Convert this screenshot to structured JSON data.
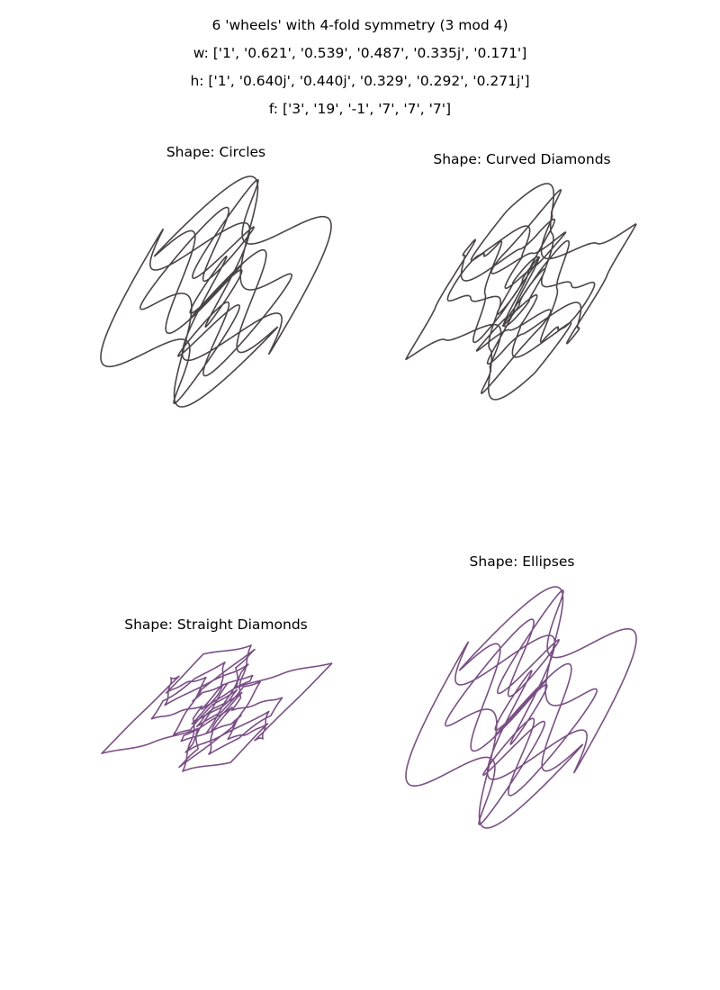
{
  "figure": {
    "title_lines": [
      "6 'wheels' with 4-fold symmetry (3 mod 4)",
      "w: ['1', '0.621', '0.539', '0.487', '0.335j', '0.171']",
      "h: ['1', '0.640j', '0.440j', '0.329', '0.292', '0.271j']",
      "f: ['3', '19', '-1', '7', '7', '7']"
    ]
  },
  "panels": [
    {
      "title": "Shape: Circles",
      "color": "#4a4446",
      "shape": "circles"
    },
    {
      "title": "Shape: Curved Diamonds",
      "color": "#4a4446",
      "shape": "curved_diamonds"
    },
    {
      "title": "Shape: Straight Diamonds",
      "color": "#7a4f86",
      "shape": "straight_diamonds"
    },
    {
      "title": "Shape: Ellipses",
      "color": "#7a4f86",
      "shape": "ellipses"
    }
  ],
  "chart_data": {
    "type": "parametric",
    "title": "6 'wheels' with 4-fold symmetry (3 mod 4)",
    "params": {
      "w": [
        "1",
        "0.621",
        "0.539",
        "0.487",
        "0.335j",
        "0.171"
      ],
      "h": [
        "1",
        "0.640j",
        "0.440j",
        "0.329",
        "0.292",
        "0.271j"
      ],
      "f": [
        "3",
        "19",
        "-1",
        "7",
        "7",
        "7"
      ]
    },
    "subplots": [
      {
        "title": "Shape: Circles",
        "color": "#4a4446"
      },
      {
        "title": "Shape: Curved Diamonds",
        "color": "#4a4446"
      },
      {
        "title": "Shape: Straight Diamonds",
        "color": "#7a4f86"
      },
      {
        "title": "Shape: Ellipses",
        "color": "#7a4f86"
      }
    ],
    "axes": "off"
  }
}
